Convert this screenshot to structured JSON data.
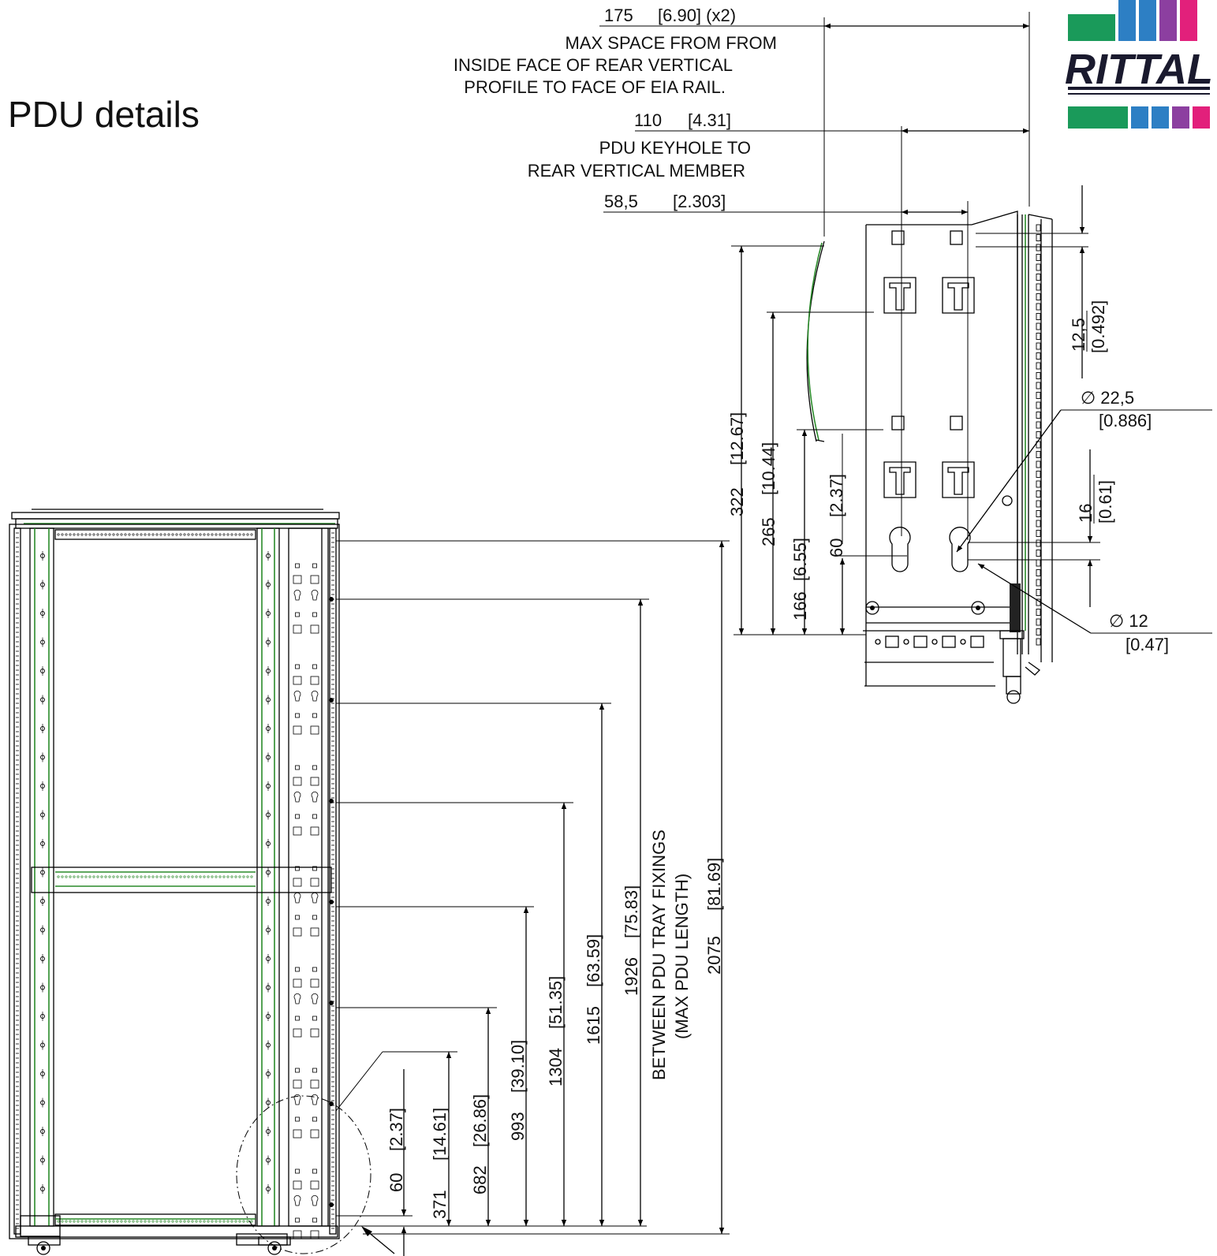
{
  "title": "PDU details",
  "brand": {
    "name": "RITTAL",
    "colors": [
      "#1a9a5a",
      "#2d7fc4",
      "#8c3fa0",
      "#e2207b",
      "#1a1a2e"
    ]
  },
  "top_dims": [
    {
      "value": "175",
      "inch": "[6.90] (x2)",
      "note": [
        "MAX SPACE FROM FROM",
        "INSIDE FACE OF REAR VERTICAL",
        "PROFILE TO FACE OF EIA RAIL."
      ]
    },
    {
      "value": "110",
      "inch": "[4.31]",
      "note": [
        "PDU KEYHOLE TO",
        "REAR VERTICAL MEMBER"
      ]
    },
    {
      "value": "58,5",
      "inch": "[2.303]",
      "note": []
    }
  ],
  "detail_vertical_dims": [
    {
      "value": "322",
      "inch": "[12.67]"
    },
    {
      "value": "265",
      "inch": "[10.44]"
    },
    {
      "value": "166",
      "inch": "[6.55]"
    },
    {
      "value": "60",
      "inch": "[2.37]"
    }
  ],
  "detail_right_dims": [
    {
      "value": "12,5",
      "inch": "[0.492]"
    },
    {
      "value": "∅ 22,5",
      "inch": "[0.886]"
    },
    {
      "value": "16",
      "inch": "[0.61]"
    },
    {
      "value": "∅ 12",
      "inch": "[0.47]"
    }
  ],
  "main_dims": [
    {
      "value": "60",
      "inch": "[2.37]"
    },
    {
      "value": "371",
      "inch": "[14.61]"
    },
    {
      "value": "682",
      "inch": "[26.86]"
    },
    {
      "value": "993",
      "inch": "[39.10]"
    },
    {
      "value": "1304",
      "inch": "[51.35]"
    },
    {
      "value": "1615",
      "inch": "[63.59]"
    },
    {
      "value": "1926",
      "inch": "[75.83]"
    },
    {
      "value": "2075",
      "inch": "[81.69]"
    }
  ],
  "pdu_note": [
    "BETWEEN PDU TRAY FIXINGS",
    "(MAX PDU LENGTH)"
  ]
}
